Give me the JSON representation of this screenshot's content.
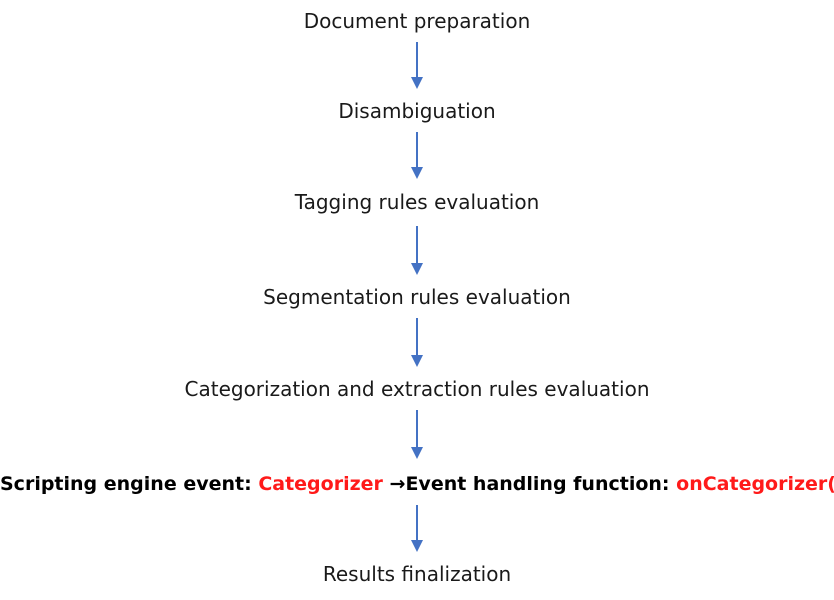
{
  "diagram": {
    "steps": [
      "Document preparation",
      "Disambiguation",
      "Tagging rules evaluation",
      "Segmentation rules evaluation",
      "Categorization and extraction rules evaluation",
      "Results finalization"
    ],
    "event": {
      "prefix": "Scripting engine event: ",
      "event_name": "Categorizer",
      "arrow": "→",
      "handler_prefix": "Event handling function: ",
      "handler_name": "onCategorizer()"
    }
  },
  "colors": {
    "arrow": "#4472c4",
    "highlight": "#ff1a1a",
    "text": "#1a1a1a"
  }
}
